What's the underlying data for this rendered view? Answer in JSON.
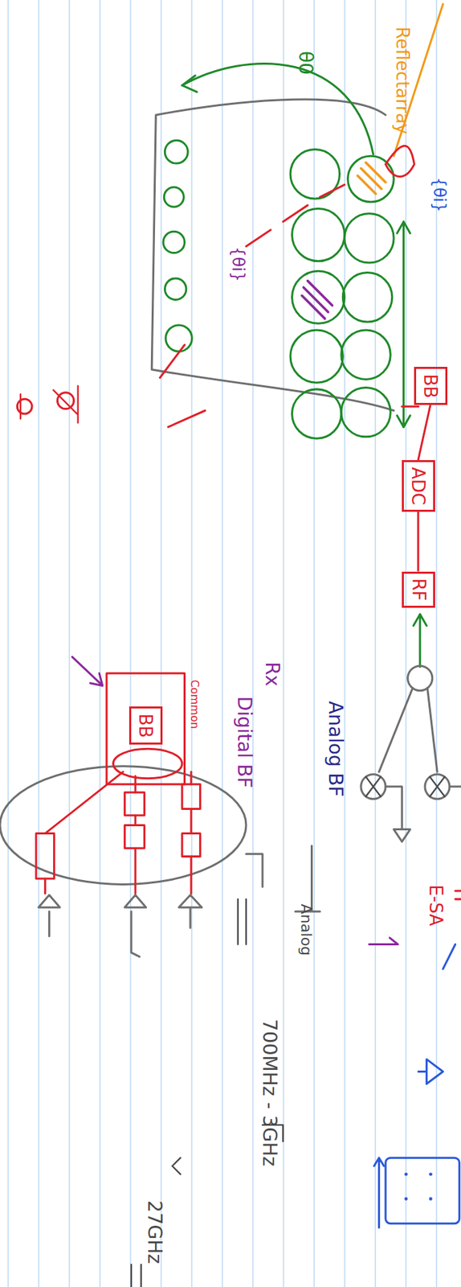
{
  "diagram": {
    "nodes": [
      {
        "text": [
          "BB"
        ]
      },
      {
        "text": [
          "ADC"
        ]
      },
      {
        "text": [
          "RF"
        ]
      },
      {
        "text": [
          "BB"
        ]
      }
    ],
    "edges": [
      {
        "from": 0,
        "to": 1,
        "arrow": "none"
      },
      {
        "from": 1,
        "to": 2,
        "arrow": "none"
      }
    ],
    "labels": [
      "Reflectarray",
      "{θi}",
      "θ0",
      "{θi}",
      "Analog BF",
      "E-SA",
      "Rx",
      "Digital BF",
      "Common",
      "Analog",
      "700MHz - 3GHz",
      "27GHz"
    ]
  }
}
